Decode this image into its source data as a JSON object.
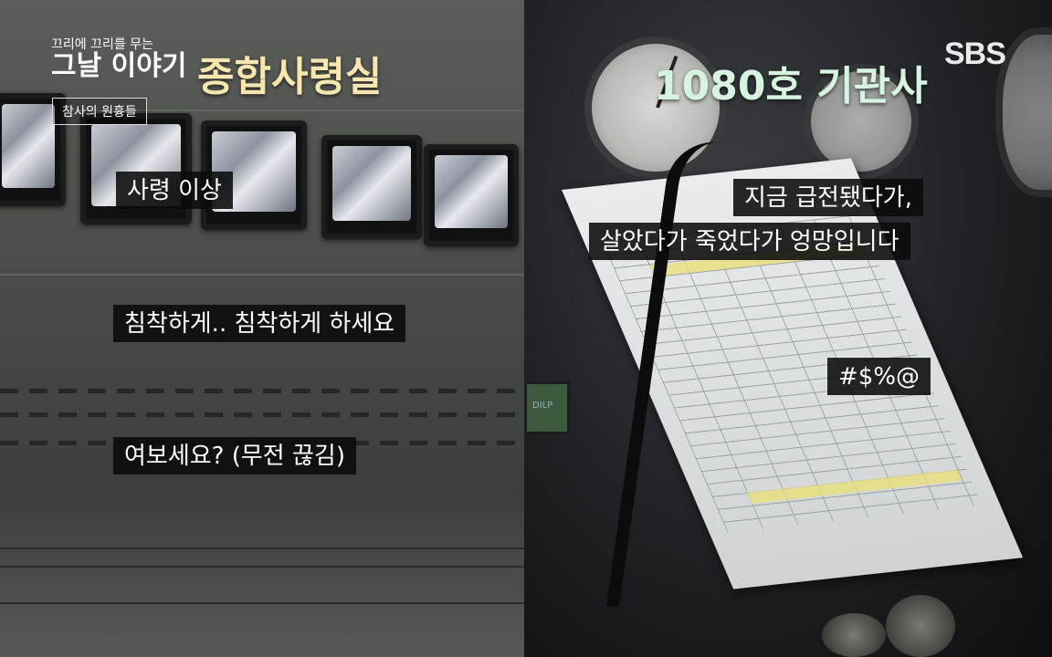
{
  "program": {
    "logo_line1": "끄리에 끄리를 무는",
    "logo_line2": "그날 이야기",
    "episode_tag": "참사의 원흉들"
  },
  "broadcaster": "SBS",
  "left_panel": {
    "title": "종합사령실",
    "captions": [
      "사령 이상",
      "침착하게.. 침착하게 하세요",
      "여보세요? (무전 끊김)"
    ]
  },
  "right_panel": {
    "title": "1080호 기관사",
    "captions": [
      "지금 급전됐다가,",
      "살았다가 죽었다가 엉망입니다",
      "#$%@"
    ],
    "panel_label": "DILP"
  },
  "colors": {
    "left_title": "#f7e6b0",
    "right_title": "#d7f4e1",
    "caption_bg": "#0a0a0a",
    "caption_text": "#ffffff"
  }
}
